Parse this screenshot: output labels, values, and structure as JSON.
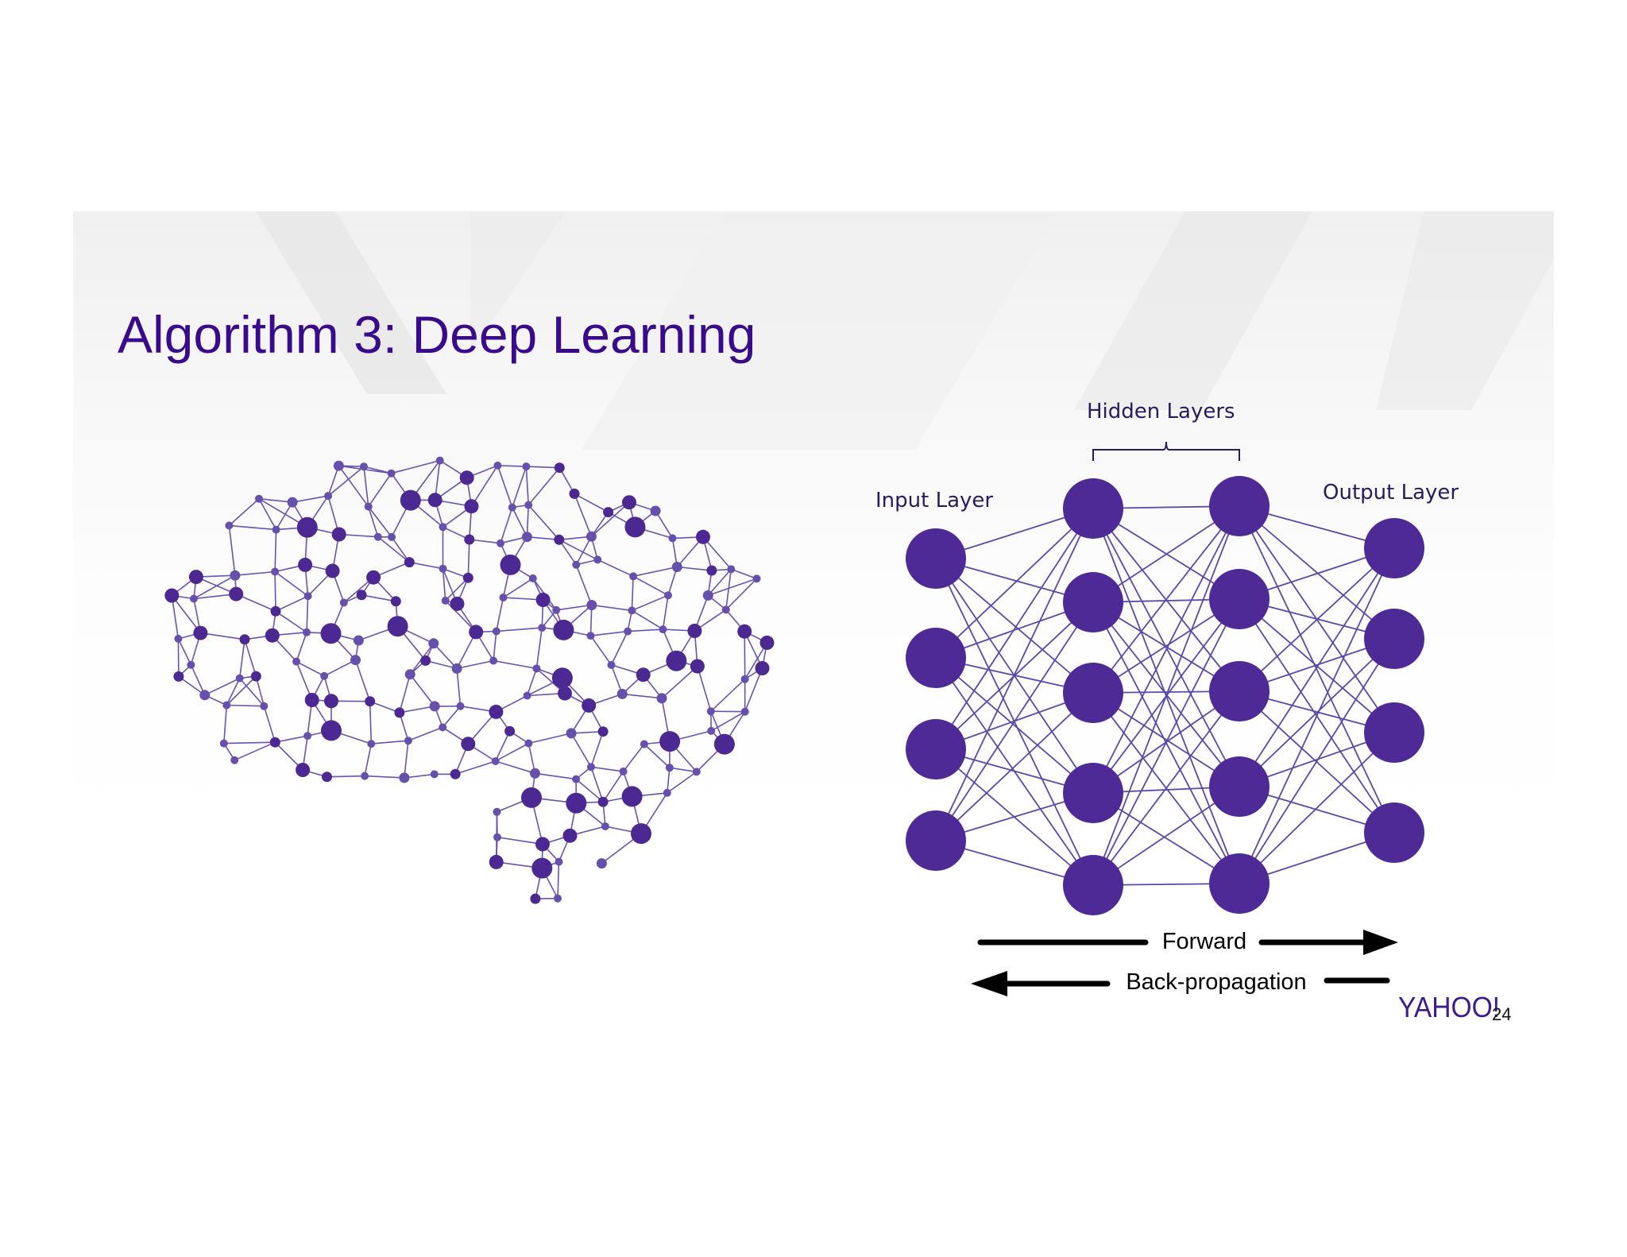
{
  "slide": {
    "title": "Algorithm 3: Deep Learning",
    "title_color": "#3a0a8c",
    "page_number": "24"
  },
  "brain_image": {
    "icon": "brain-network-icon",
    "node_color": "#4b2892",
    "edge_color": "#6a53ad"
  },
  "network_diagram": {
    "labels": {
      "input_layer": "Input Layer",
      "hidden_layers": "Hidden Layers",
      "output_layer": "Output Layer"
    },
    "layer_node_counts": [
      4,
      5,
      5,
      4
    ],
    "node_color": "#4d2a96",
    "edge_color": "#5a49a6",
    "arrows": {
      "forward": "Forward",
      "backward": "Back-propagation"
    }
  },
  "logo": {
    "text": "YAHOO!",
    "color": "#3d1c8e"
  }
}
